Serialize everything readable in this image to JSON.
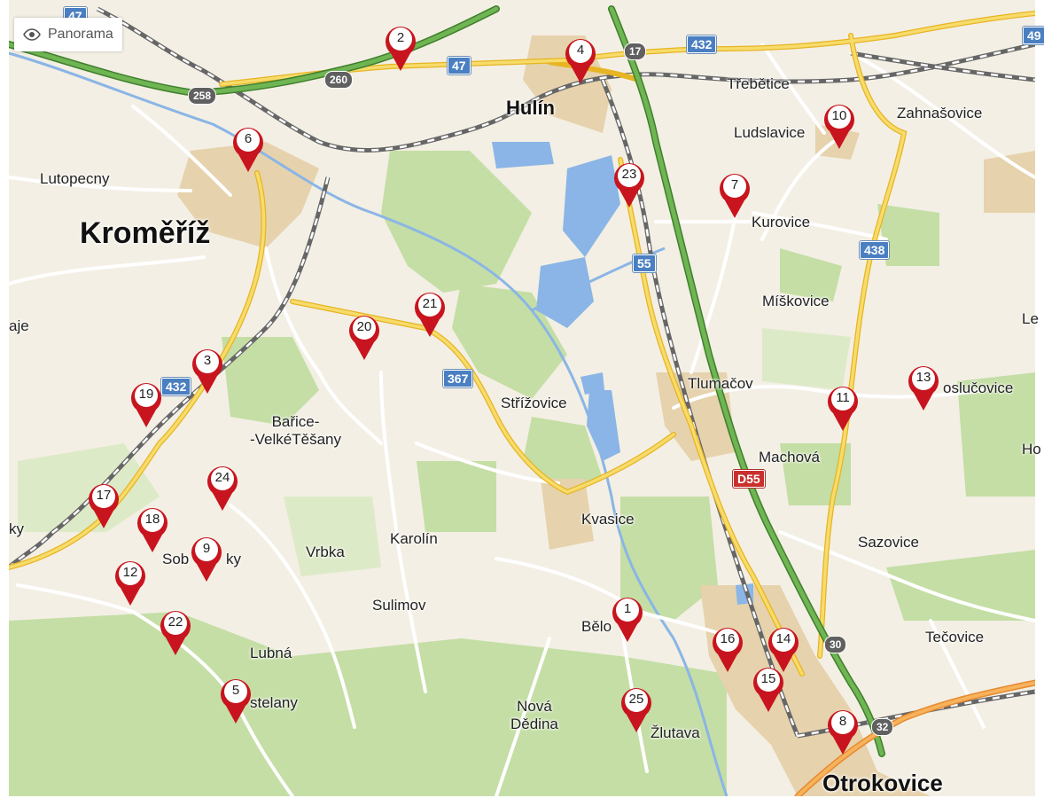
{
  "panorama_button": {
    "label": "Panorama",
    "icon": "eye-icon"
  },
  "colors": {
    "marker_red": "#c8141e",
    "motorway_green": "#5ea043",
    "road_yellow": "#f2cc3d",
    "water": "#8ab5e6",
    "forest": "#b9d99a",
    "urban": "#e8d6b4"
  },
  "places": [
    {
      "id": "kromeriz",
      "name": "Kroměříž"
    },
    {
      "id": "hulin",
      "name": "Hulín"
    },
    {
      "id": "otrokovice",
      "name": "Otrokovice"
    },
    {
      "id": "lutopecny",
      "name": "Lutopecny"
    },
    {
      "id": "trebetice",
      "name": "Třebětice"
    },
    {
      "id": "zahnasovice",
      "name": "Zahnašovice"
    },
    {
      "id": "ludslavice",
      "name": "Ludslavice"
    },
    {
      "id": "kurovice",
      "name": "Kurovice"
    },
    {
      "id": "miskovice",
      "name": "Míškovice"
    },
    {
      "id": "tlumacov",
      "name": "Tlumačov"
    },
    {
      "id": "machova",
      "name": "Machová"
    },
    {
      "id": "strizovice",
      "name": "Střížovice"
    },
    {
      "id": "barice",
      "name": "Bařice-\n-VelkéTěšany"
    },
    {
      "id": "kvasice",
      "name": "Kvasice"
    },
    {
      "id": "karolin",
      "name": "Karolín"
    },
    {
      "id": "vrbka",
      "name": "Vrbka"
    },
    {
      "id": "sulimov",
      "name": "Sulimov"
    },
    {
      "id": "lubna",
      "name": "Lubná"
    },
    {
      "id": "sazovice",
      "name": "Sazovice"
    },
    {
      "id": "tecovice",
      "name": "Tečovice"
    },
    {
      "id": "nova_dedina",
      "name": "Nová\nDědina"
    },
    {
      "id": "zlutava",
      "name": "Žlutava"
    },
    {
      "id": "belov",
      "name": "Bělo"
    },
    {
      "id": "sobelky",
      "name": "Sob"
    },
    {
      "id": "sobelky2",
      "name": "ky"
    },
    {
      "id": "stelany",
      "name": "stelany"
    },
    {
      "id": "osloc",
      "name": "oslučovice"
    },
    {
      "id": "edge_aje",
      "name": "aje"
    },
    {
      "id": "edge_ky",
      "name": "ky"
    },
    {
      "id": "edge_le",
      "name": "Le"
    },
    {
      "id": "edge_ho",
      "name": "Ho"
    }
  ],
  "road_shields": [
    {
      "id": "r47a",
      "label": "47"
    },
    {
      "id": "r47b",
      "label": "47"
    },
    {
      "id": "r432a",
      "label": "432"
    },
    {
      "id": "r432b",
      "label": "432"
    },
    {
      "id": "r49",
      "label": "49"
    },
    {
      "id": "r55",
      "label": "55"
    },
    {
      "id": "r438",
      "label": "438"
    },
    {
      "id": "r367",
      "label": "367"
    },
    {
      "id": "rd55",
      "label": "D55"
    },
    {
      "id": "e258",
      "label": "258"
    },
    {
      "id": "e260",
      "label": "260"
    },
    {
      "id": "e17",
      "label": "17"
    },
    {
      "id": "e30",
      "label": "30"
    },
    {
      "id": "e32",
      "label": "32"
    }
  ],
  "markers": [
    {
      "label": "1"
    },
    {
      "label": "2"
    },
    {
      "label": "3"
    },
    {
      "label": "4"
    },
    {
      "label": "5"
    },
    {
      "label": "6"
    },
    {
      "label": "7"
    },
    {
      "label": "8"
    },
    {
      "label": "9"
    },
    {
      "label": "10"
    },
    {
      "label": "11"
    },
    {
      "label": "12"
    },
    {
      "label": "13"
    },
    {
      "label": "14"
    },
    {
      "label": "15"
    },
    {
      "label": "16"
    },
    {
      "label": "17"
    },
    {
      "label": "18"
    },
    {
      "label": "19"
    },
    {
      "label": "20"
    },
    {
      "label": "21"
    },
    {
      "label": "22"
    },
    {
      "label": "23"
    },
    {
      "label": "24"
    },
    {
      "label": "25"
    }
  ]
}
